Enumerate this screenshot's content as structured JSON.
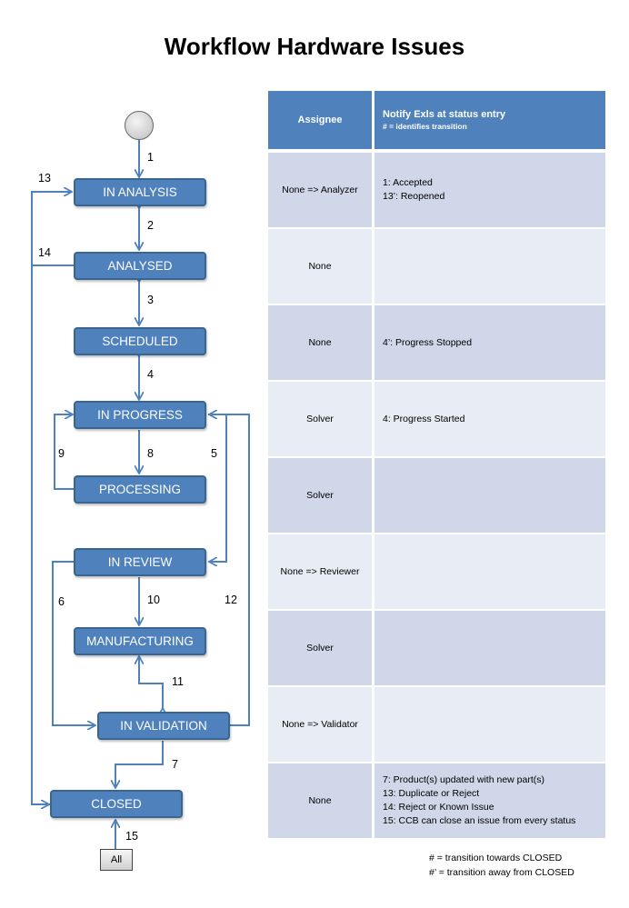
{
  "title": "Workflow Hardware Issues",
  "colors": {
    "state_fill": "#4f81bd",
    "arrow": "#4f81bd",
    "row_dark": "#cfd7e8",
    "row_light": "#e8ecf4"
  },
  "states": {
    "in_analysis": "IN ANALYSIS",
    "analysed": "ANALYSED",
    "scheduled": "SCHEDULED",
    "in_progress": "IN PROGRESS",
    "processing": "PROCESSING",
    "in_review": "IN REVIEW",
    "manufacturing": "MANUFACTURING",
    "in_validation": "IN VALIDATION",
    "closed": "CLOSED"
  },
  "all_label": "All",
  "transitions": {
    "t1": "1",
    "t2": "2",
    "t3": "3",
    "t4": "4",
    "t5": "5",
    "t6": "6",
    "t7": "7",
    "t8": "8",
    "t9": "9",
    "t10": "10",
    "t11": "11",
    "t12": "12",
    "t13": "13",
    "t14": "14",
    "t15": "15"
  },
  "table": {
    "header_assignee": "Assignee",
    "header_notify": "Notify Exls at status entry",
    "header_notify_sub": "# = identifies transition",
    "rows": [
      {
        "assignee": "None => Analyzer",
        "notify": [
          "1: Accepted",
          "13’: Reopened"
        ]
      },
      {
        "assignee": "None",
        "notify": []
      },
      {
        "assignee": "None",
        "notify": [
          "4’: Progress Stopped"
        ]
      },
      {
        "assignee": "Solver",
        "notify": [
          "4: Progress Started"
        ]
      },
      {
        "assignee": "Solver",
        "notify": []
      },
      {
        "assignee": "None => Reviewer",
        "notify": []
      },
      {
        "assignee": "Solver",
        "notify": []
      },
      {
        "assignee": "None => Validator",
        "notify": []
      },
      {
        "assignee": "None",
        "notify": [
          "7: Product(s) updated with new part(s)",
          "13: Duplicate or Reject",
          "14: Reject or Known Issue",
          "15: CCB can close an issue from every status"
        ]
      }
    ]
  },
  "legend": {
    "line1": "# = transition towards CLOSED",
    "line2": "#’ = transition away from CLOSED"
  }
}
